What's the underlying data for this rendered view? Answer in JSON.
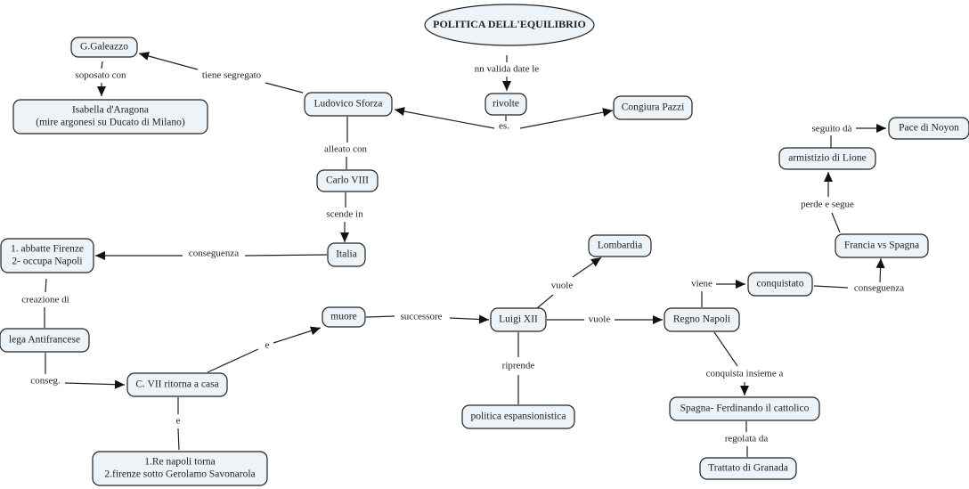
{
  "title": "POLITICA DELL'EQUILIBRIO",
  "nodes": [
    {
      "id": "root",
      "label": [
        "POLITICA DELL'EQUILIBRIO"
      ],
      "shape": "ellipse"
    },
    {
      "id": "galeazzo",
      "label": [
        "G.Galeazzo"
      ]
    },
    {
      "id": "isabella",
      "label": [
        "Isabella d'Aragona",
        "(mire argonesi su Ducato di Milano)"
      ]
    },
    {
      "id": "ludovico",
      "label": [
        "Ludovico Sforza"
      ]
    },
    {
      "id": "rivolte",
      "label": [
        "rivolte"
      ]
    },
    {
      "id": "pazzi",
      "label": [
        "Congiura Pazzi"
      ]
    },
    {
      "id": "carlo",
      "label": [
        "Carlo VIII"
      ]
    },
    {
      "id": "italia",
      "label": [
        "Italia"
      ]
    },
    {
      "id": "abbatte",
      "label": [
        "1. abbatte Firenze",
        "2- occupa Napoli"
      ]
    },
    {
      "id": "lega",
      "label": [
        "lega Antifrancese"
      ]
    },
    {
      "id": "ritorna",
      "label": [
        "C. VII ritorna a casa"
      ]
    },
    {
      "id": "renapoli",
      "label": [
        "1.Re napoli torna",
        "2.firenze sotto Gerolamo Savonarola"
      ]
    },
    {
      "id": "muore",
      "label": [
        "muore"
      ]
    },
    {
      "id": "luigi",
      "label": [
        "Luigi XII"
      ]
    },
    {
      "id": "lombardia",
      "label": [
        "Lombardia"
      ]
    },
    {
      "id": "politica",
      "label": [
        "politica espansionistica"
      ]
    },
    {
      "id": "regno",
      "label": [
        "Regno Napoli"
      ]
    },
    {
      "id": "conquistato",
      "label": [
        "conquistato"
      ]
    },
    {
      "id": "francia",
      "label": [
        "Francia vs Spagna"
      ]
    },
    {
      "id": "armistizio",
      "label": [
        "armistizio di Lione"
      ]
    },
    {
      "id": "pace",
      "label": [
        "Pace di Noyon"
      ]
    },
    {
      "id": "spagna",
      "label": [
        "Spagna- Ferdinando il cattolico"
      ]
    },
    {
      "id": "granada",
      "label": [
        "Trattato di Granada"
      ]
    }
  ],
  "links": [
    {
      "id": "nn-valida",
      "label": "nn valida date le",
      "from": [
        "root"
      ],
      "to": [
        "rivolte"
      ]
    },
    {
      "id": "es",
      "label": "es.",
      "from": [
        "rivolte"
      ],
      "to": [
        "ludovico",
        "pazzi"
      ]
    },
    {
      "id": "tiene-segregato",
      "label": "tiene segregato",
      "from": [
        "ludovico"
      ],
      "to": [
        "galeazzo"
      ]
    },
    {
      "id": "soposato",
      "label": "soposato con",
      "from": [
        "galeazzo"
      ],
      "to": [
        "isabella"
      ]
    },
    {
      "id": "alleato",
      "label": "alleato con",
      "from": [
        "ludovico"
      ],
      "to": [
        "carlo"
      ]
    },
    {
      "id": "scende",
      "label": "scende in",
      "from": [
        "carlo"
      ],
      "to": [
        "italia"
      ]
    },
    {
      "id": "conseguenza1",
      "label": "conseguenza",
      "from": [
        "italia"
      ],
      "to": [
        "abbatte"
      ]
    },
    {
      "id": "creazione",
      "label": "creazione di",
      "from": [
        "abbatte"
      ],
      "to": [
        "lega"
      ]
    },
    {
      "id": "conseg",
      "label": "conseg.",
      "from": [
        "lega"
      ],
      "to": [
        "ritorna"
      ]
    },
    {
      "id": "e1",
      "label": "e",
      "from": [
        "ritorna"
      ],
      "to": [
        "muore"
      ]
    },
    {
      "id": "e2",
      "label": "e",
      "from": [
        "ritorna"
      ],
      "to": [
        "renapoli"
      ]
    },
    {
      "id": "successore",
      "label": "successore",
      "from": [
        "muore"
      ],
      "to": [
        "luigi"
      ]
    },
    {
      "id": "vuole1",
      "label": "vuole",
      "from": [
        "luigi"
      ],
      "to": [
        "lombardia"
      ]
    },
    {
      "id": "vuole2",
      "label": "vuole",
      "from": [
        "luigi"
      ],
      "to": [
        "regno"
      ]
    },
    {
      "id": "riprende",
      "label": "riprende",
      "from": [
        "luigi"
      ],
      "to": [
        "politica"
      ]
    },
    {
      "id": "viene",
      "label": "viene",
      "from": [
        "regno"
      ],
      "to": [
        "conquistato"
      ]
    },
    {
      "id": "conseguenza2",
      "label": "conseguenza",
      "from": [
        "conquistato"
      ],
      "to": [
        "francia"
      ]
    },
    {
      "id": "perde",
      "label": "perde e segue",
      "from": [
        "francia"
      ],
      "to": [
        "armistizio"
      ]
    },
    {
      "id": "seguito",
      "label": "seguito dà",
      "from": [
        "armistizio"
      ],
      "to": [
        "pace"
      ]
    },
    {
      "id": "conquista-insieme",
      "label": "conquista insieme a",
      "from": [
        "regno"
      ],
      "to": [
        "spagna"
      ]
    },
    {
      "id": "regolata",
      "label": "regolata da",
      "from": [
        "spagna"
      ],
      "to": [
        "granada"
      ]
    }
  ]
}
